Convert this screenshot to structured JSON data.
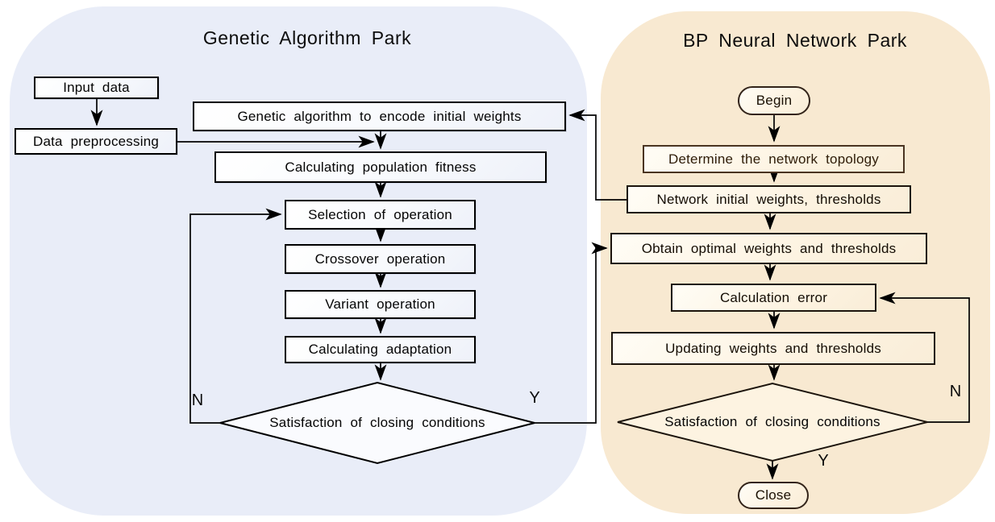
{
  "left_panel": {
    "title": "Genetic Algorithm Park",
    "nodes": {
      "input_data": "Input data",
      "data_preprocessing": "Data preprocessing",
      "encode_weights": "Genetic algorithm to encode initial weights",
      "population_fitness": "Calculating population fitness",
      "selection": "Selection of operation",
      "crossover": "Crossover operation",
      "variant": "Variant operation",
      "adaptation": "Calculating adaptation",
      "decision": "Satisfaction of closing conditions"
    },
    "labels": {
      "no": "N",
      "yes": "Y"
    },
    "colors": {
      "panel_bg": "#e9edf8",
      "box_bg": "#fafbfe",
      "box_border": "#000000",
      "text": "#050505"
    }
  },
  "right_panel": {
    "title": "BP Neural Network Park",
    "nodes": {
      "begin": "Begin",
      "topology": "Determine the network topology",
      "init_weights": "Network initial weights, thresholds",
      "optimal_weights": "Obtain optimal weights and thresholds",
      "calc_error": "Calculation error",
      "updating": "Updating weights and thresholds",
      "decision": "Satisfaction of closing conditions",
      "close": "Close"
    },
    "labels": {
      "no": "N",
      "yes": "Y"
    },
    "colors": {
      "panel_bg": "#f8e9d1",
      "box_bg": "#fdf3e1",
      "box_border": "#1c140c",
      "accent_border": "#4a3421",
      "text": "#140d04"
    }
  }
}
